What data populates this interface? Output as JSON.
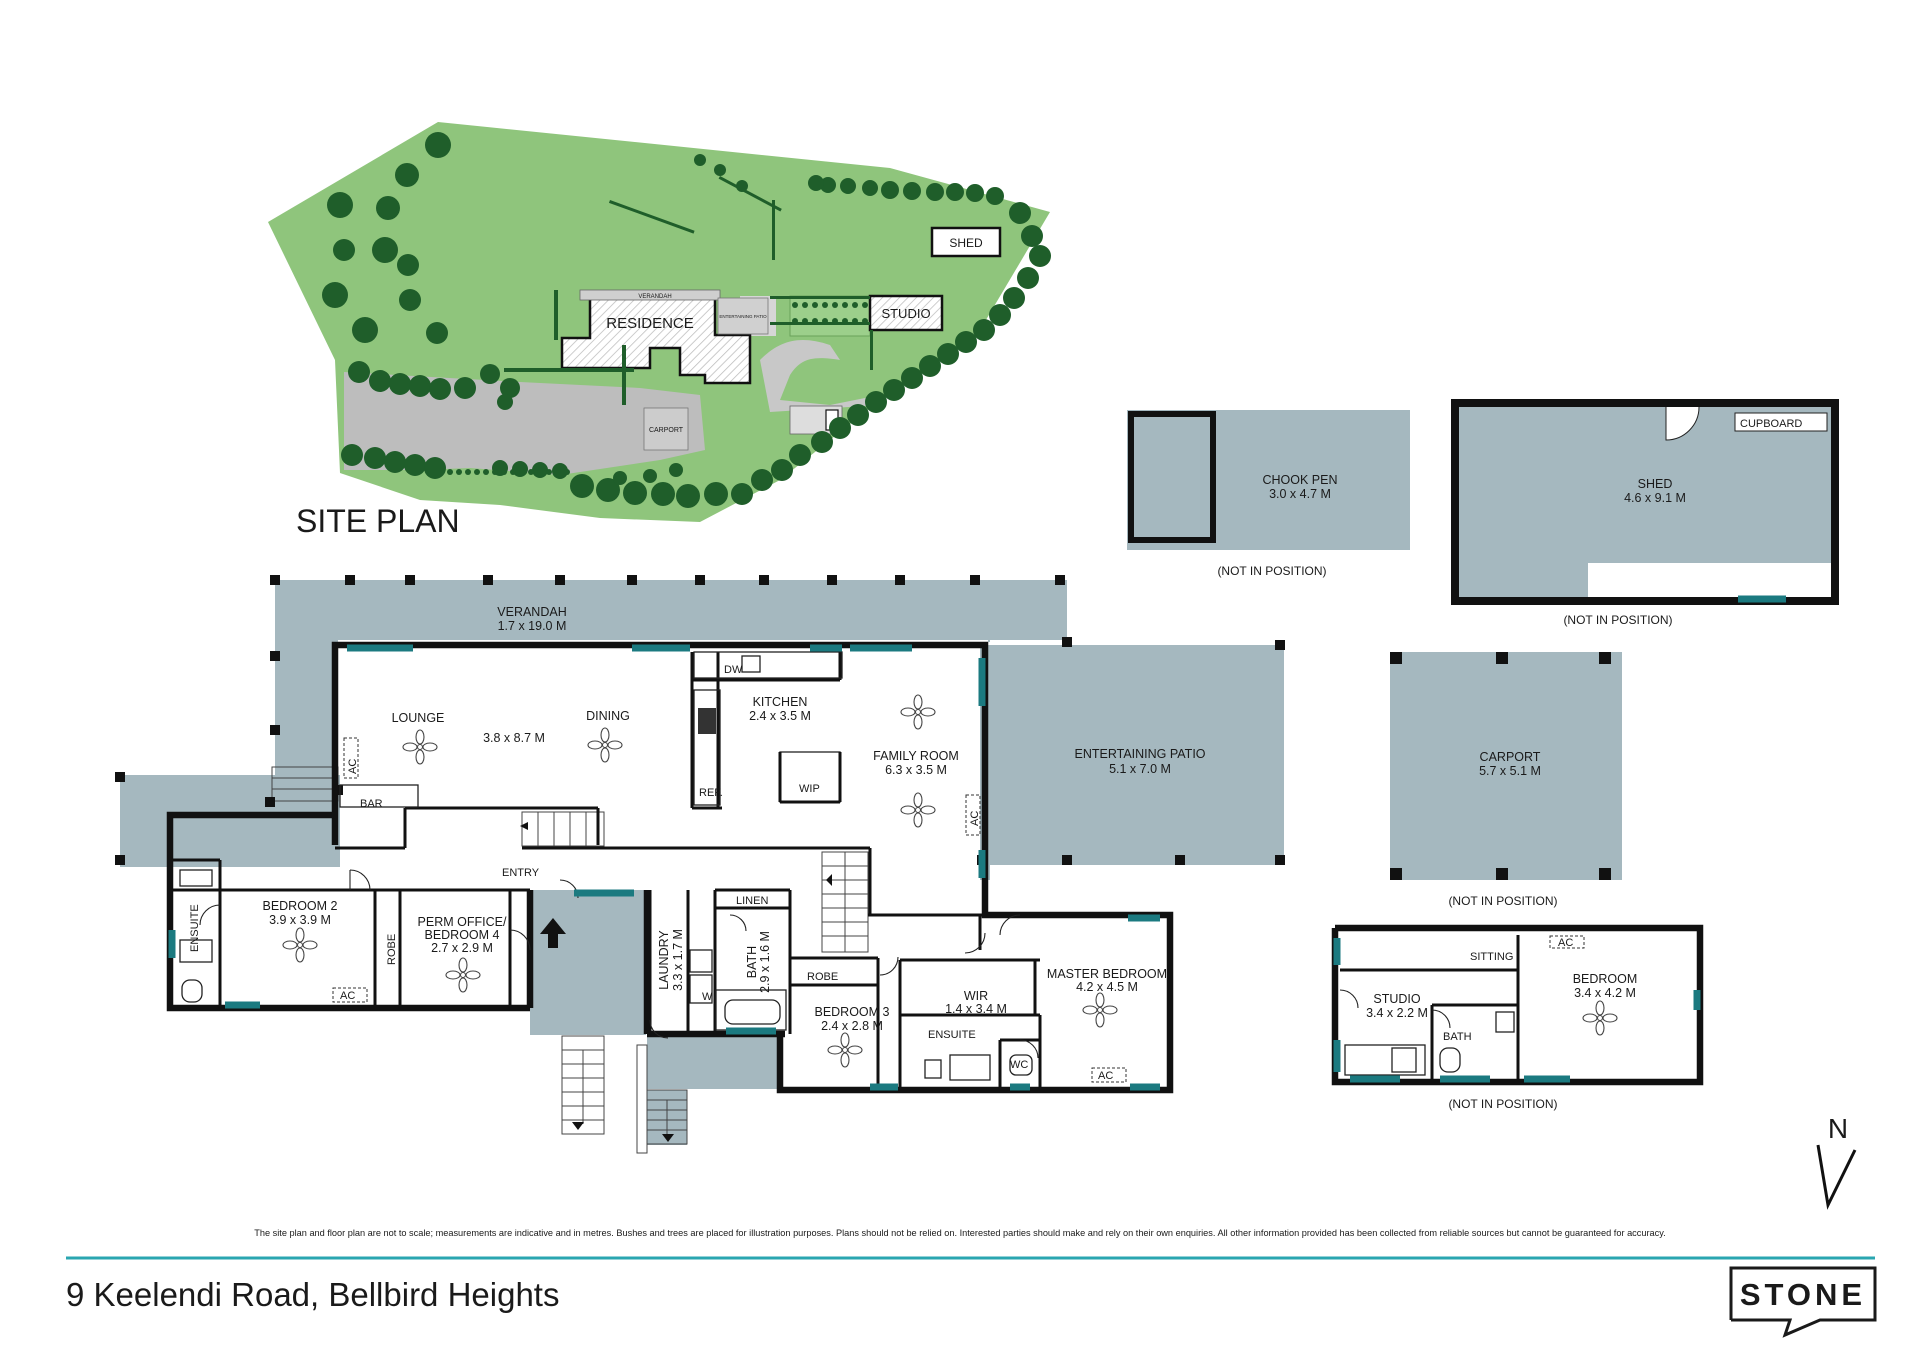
{
  "site_plan": {
    "title": "SITE PLAN",
    "residence": "RESIDENCE",
    "studio": "STUDIO",
    "shed": "SHED",
    "verandah": "VERANDAH",
    "entertaining_patio": "ENTERTAINING PATIO",
    "carport": "CARPORT"
  },
  "rooms": {
    "verandah": {
      "name": "VERANDAH",
      "size": "1.7 x 19.0 M"
    },
    "lounge": {
      "name": "LOUNGE"
    },
    "lounge_dining_size": "3.8 x 8.7 M",
    "dining": {
      "name": "DINING"
    },
    "kitchen": {
      "name": "KITCHEN",
      "size": "2.4 x 3.5 M"
    },
    "family_room": {
      "name": "FAMILY ROOM",
      "size": "6.3 x 3.5 M"
    },
    "entertaining_patio": {
      "name": "ENTERTAINING PATIO",
      "size": "5.1 x 7.0 M"
    },
    "bedroom2": {
      "name": "BEDROOM 2",
      "size": "3.9 x 3.9 M"
    },
    "perm_office_line1": "PERM OFFICE/",
    "perm_office_line2": "BEDROOM 4",
    "perm_office_size": "2.7 x 2.9 M",
    "laundry": {
      "name": "LAUNDRY",
      "size": "3.3 x 1.7 M"
    },
    "bath": {
      "name": "BATH",
      "size": "2.9 x 1.6 M"
    },
    "bedroom3": {
      "name": "BEDROOM 3",
      "size": "2.4 x 2.8 M"
    },
    "wir": {
      "name": "WIR",
      "size": "1.4 x 3.4 M"
    },
    "master_bedroom": {
      "name": "MASTER BEDROOM",
      "size": "4.2 x 4.5 M"
    },
    "chook_pen": {
      "name": "CHOOK PEN",
      "size": "3.0 x 4.7 M"
    },
    "shed": {
      "name": "SHED",
      "size": "4.6 x 9.1 M"
    },
    "carport": {
      "name": "CARPORT",
      "size": "5.7 x 5.1 M"
    },
    "studio": {
      "name": "STUDIO",
      "size": "3.4 x 2.2 M"
    },
    "studio_bedroom": {
      "name": "BEDROOM",
      "size": "3.4 x 4.2 M"
    }
  },
  "fixtures": {
    "dw": "DW",
    "ref": "REF.",
    "wip": "WIP",
    "bar": "BAR",
    "entry": "ENTRY",
    "robe": "ROBE",
    "ensuite": "ENSUITE",
    "linen": "LINEN",
    "w": "W",
    "wc": "WC",
    "ac": "AC",
    "cupboard": "CUPBOARD",
    "sitting": "SITTING",
    "bath": "BATH"
  },
  "not_in_position": "(NOT IN POSITION)",
  "north": "N",
  "disclaimer": "The site plan and floor plan are not to scale; measurements are indicative and in metres. Bushes and trees are placed for illustration purposes. Plans should not be relied on. Interested parties should make and rely on their own enquiries. All other information provided has been collected from reliable sources but cannot be guaranteed for accuracy.",
  "address": "9 Keelendi Road, Bellbird Heights",
  "logo": "STONE",
  "colors": {
    "lawn": "#8fc57c",
    "tree": "#1f5e2a",
    "outdoor": "#a5b8bf",
    "window": "#1b7a80",
    "accent_line": "#2aa6b0"
  }
}
